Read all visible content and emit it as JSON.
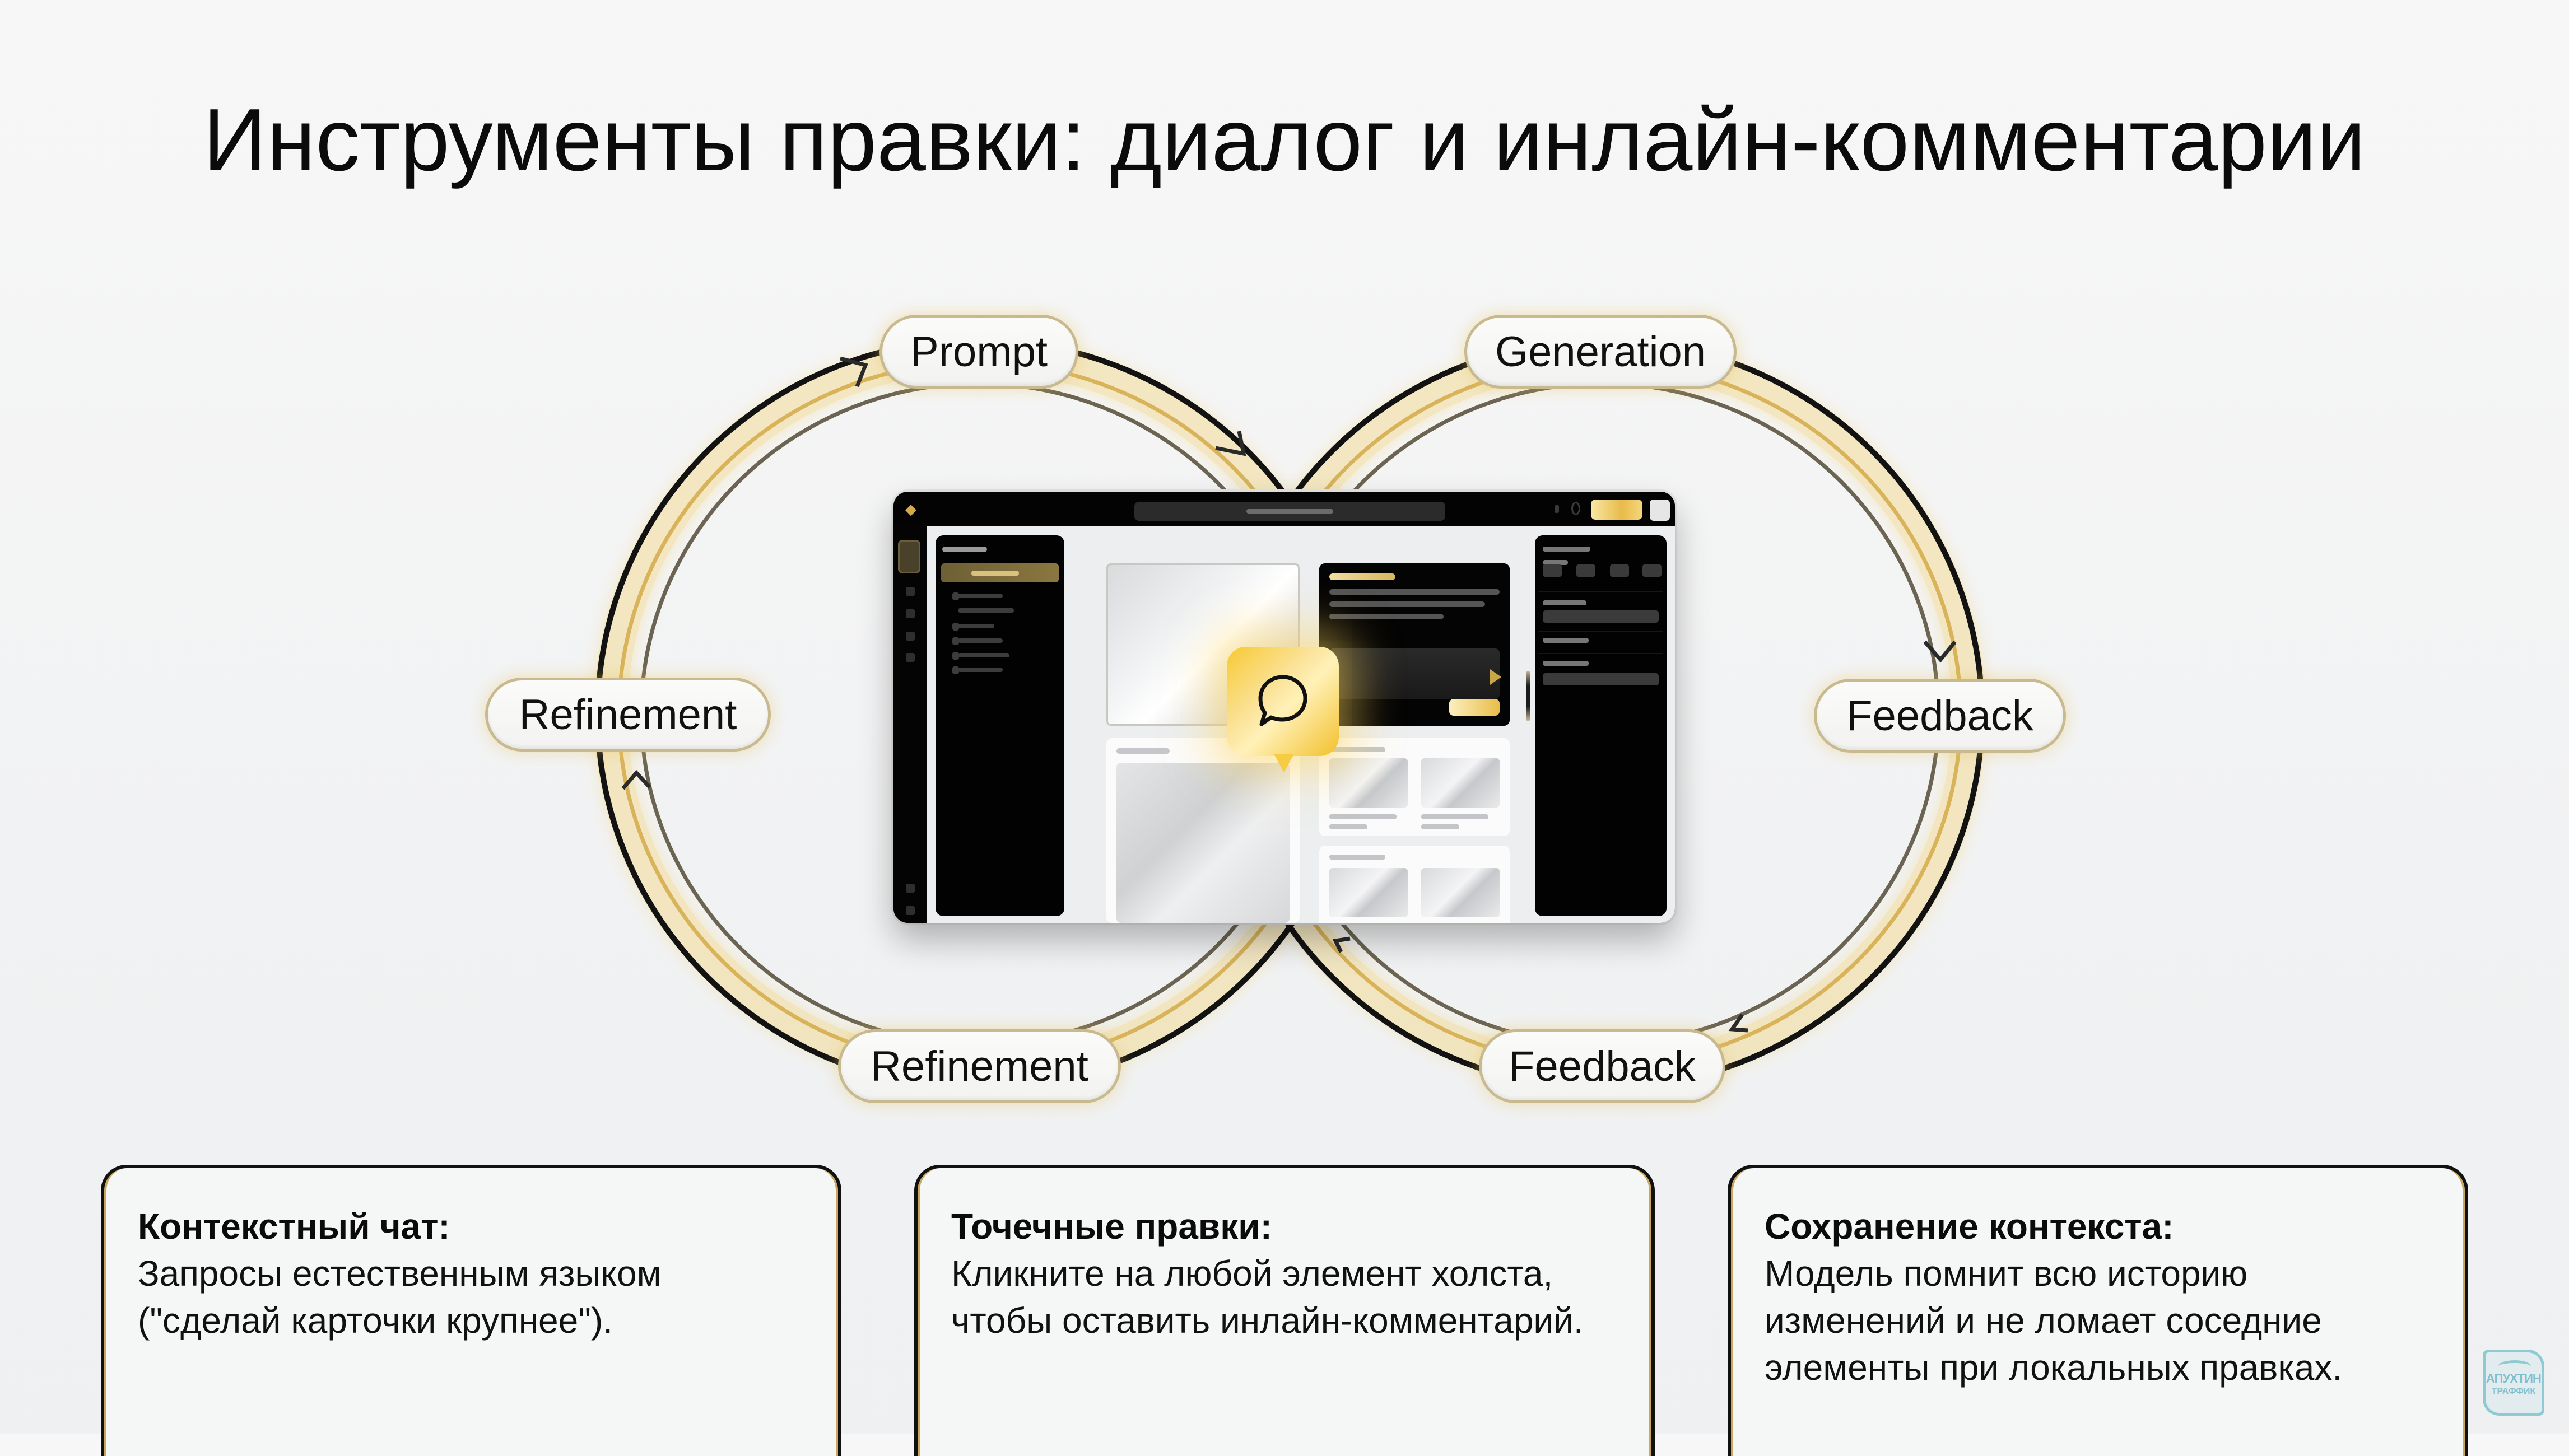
{
  "slide": {
    "title": "Инструменты правки: диалог и инлайн-комментарии"
  },
  "diagram": {
    "type": "infinity-loop",
    "labels": {
      "prompt": "Prompt",
      "generation": "Generation",
      "feedback_right": "Feedback",
      "feedback_bottom": "Feedback",
      "refinement_bottom": "Refinement",
      "refinement_left": "Refinement"
    },
    "colors": {
      "gold": "#d9b45a",
      "dark_stroke": "#111111",
      "pill_border": "#c9b98f",
      "comment_bubble": "#f5c833"
    },
    "center_mockup": {
      "description": "dark editor UI with canvas cards and inline comment bubble",
      "comment_icon": "speech-bubble-icon"
    }
  },
  "cards": [
    {
      "heading": "Контекстный чат:",
      "lines": [
        "Запросы естественным языком",
        "(\"сделай карточки крупнее\")."
      ]
    },
    {
      "heading": "Точечные правки:",
      "lines": [
        "Кликните на любой элемент холста,",
        "чтобы оставить инлайн-комментарий."
      ]
    },
    {
      "heading": "Сохранение контекста:",
      "lines": [
        "Модель помнит всю историю",
        "изменений и не ломает соседние",
        "элементы при локальных правках."
      ]
    }
  ],
  "watermark": {
    "line1": "АПУХТИН",
    "line2": "ТРАФФИК"
  }
}
